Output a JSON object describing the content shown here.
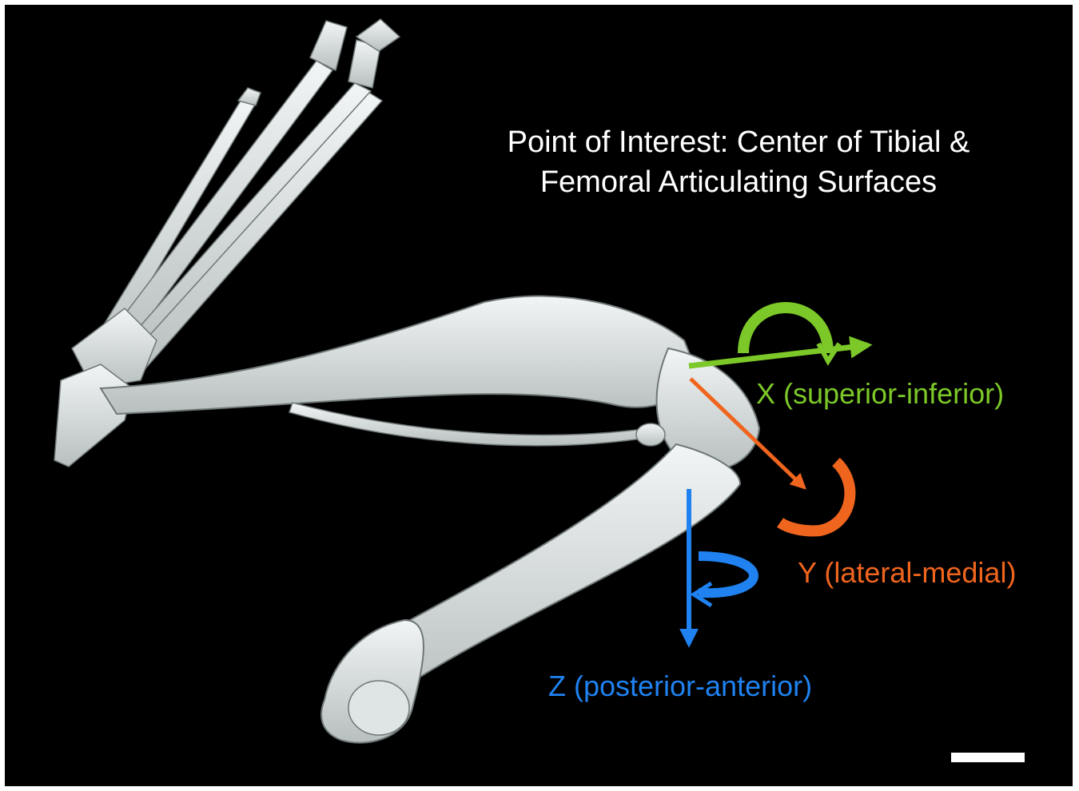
{
  "title": {
    "line1": "Point of Interest: Center of Tibial &",
    "line2": "Femoral Articulating Surfaces"
  },
  "axes": {
    "x": {
      "label": "X (superior-inferior)",
      "color": "#7cc828"
    },
    "y": {
      "label": "Y (lateral-medial)",
      "color": "#f0651e"
    },
    "z": {
      "label": "Z (posterior-anterior)",
      "color": "#1f82f0"
    }
  },
  "colors": {
    "background": "#000000",
    "bone": "#e6eaea",
    "bone_shadow": "#a9b0b0",
    "text": "#ffffff"
  },
  "scale_bar": {
    "color": "#ffffff"
  }
}
